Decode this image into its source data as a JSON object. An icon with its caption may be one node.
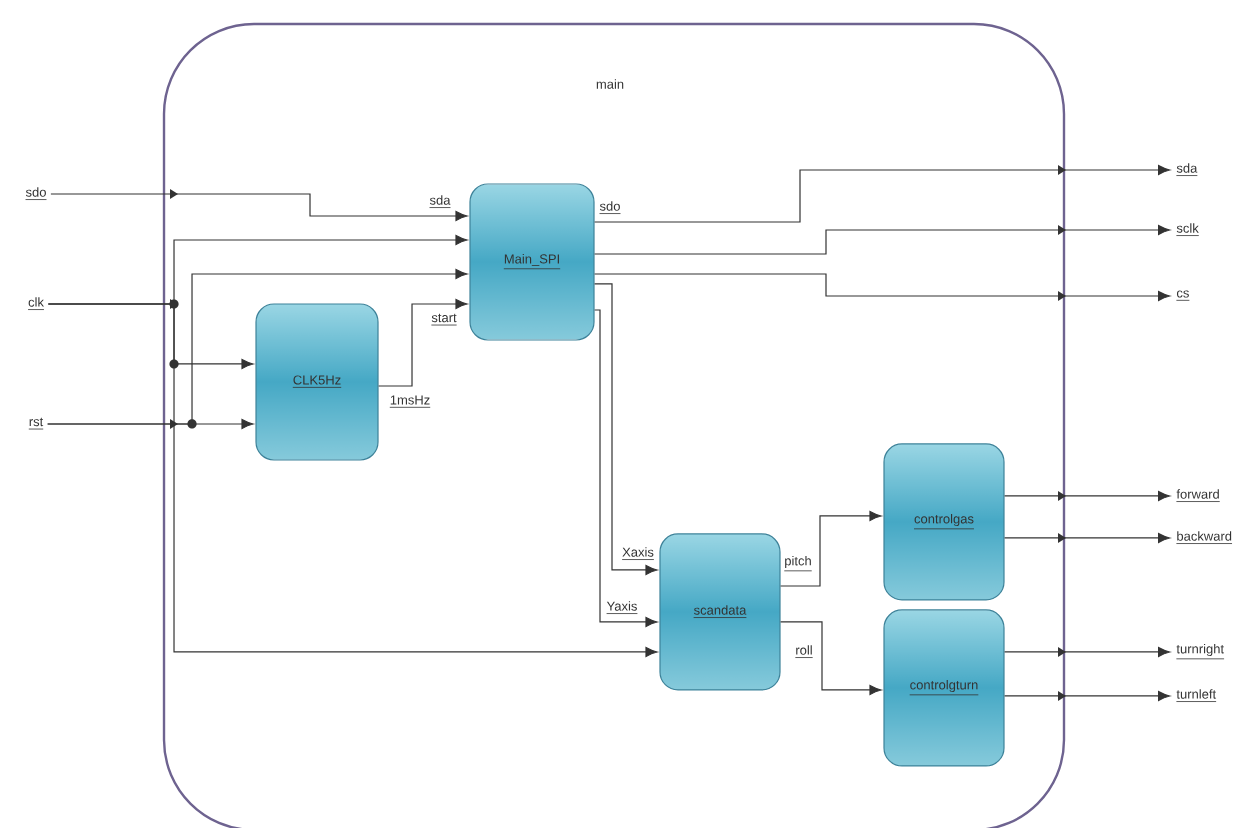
{
  "diagram": {
    "nodes": [
      {
        "text": [
          "main"
        ]
      },
      {
        "text": [
          "sdo"
        ]
      },
      {
        "text": [
          "clk"
        ]
      },
      {
        "text": [
          "rst"
        ]
      },
      {
        "text": [
          "CLK5Hz"
        ],
        "in": 0
      },
      {
        "text": [
          "Main_SPI"
        ],
        "in": 0
      },
      {
        "text": [
          "scandata"
        ],
        "in": 0
      },
      {
        "text": [
          "controlgas"
        ],
        "in": 0
      },
      {
        "text": [
          "controlgturn"
        ],
        "in": 0
      },
      {
        "text": [
          "sda"
        ]
      },
      {
        "text": [
          "sclk"
        ]
      },
      {
        "text": [
          "cs"
        ]
      },
      {
        "text": [
          "forward"
        ]
      },
      {
        "text": [
          "backward"
        ]
      },
      {
        "text": [
          "turnright"
        ]
      },
      {
        "text": [
          "turnleft"
        ]
      }
    ],
    "edges": [
      {
        "from": 1,
        "to": 5,
        "arrow": "to",
        "label": "sda"
      },
      {
        "from": 2,
        "to": 5,
        "arrow": "to"
      },
      {
        "from": 2,
        "to": 4,
        "arrow": "to"
      },
      {
        "from": 2,
        "to": 6,
        "arrow": "to"
      },
      {
        "from": 3,
        "to": 5,
        "arrow": "to"
      },
      {
        "from": 3,
        "to": 4,
        "arrow": "to"
      },
      {
        "from": 4,
        "to": 5,
        "arrow": "to",
        "label": "start"
      },
      {
        "from": 5,
        "to": 9,
        "arrow": "to",
        "label": "sdo"
      },
      {
        "from": 5,
        "to": 10,
        "arrow": "to"
      },
      {
        "from": 5,
        "to": 11,
        "arrow": "to"
      },
      {
        "from": 5,
        "to": 6,
        "arrow": "to",
        "label": "Xaxis"
      },
      {
        "from": 5,
        "to": 6,
        "arrow": "to",
        "label": "Yaxis"
      },
      {
        "from": 6,
        "to": 7,
        "arrow": "to",
        "label": "pitch"
      },
      {
        "from": 6,
        "to": 8,
        "arrow": "to",
        "label": "roll"
      },
      {
        "from": 7,
        "to": 12,
        "arrow": "to"
      },
      {
        "from": 7,
        "to": 13,
        "arrow": "to"
      },
      {
        "from": 8,
        "to": 14,
        "arrow": "to"
      },
      {
        "from": 8,
        "to": 15,
        "arrow": "to"
      }
    ],
    "labels": [
      "1msHz"
    ]
  }
}
